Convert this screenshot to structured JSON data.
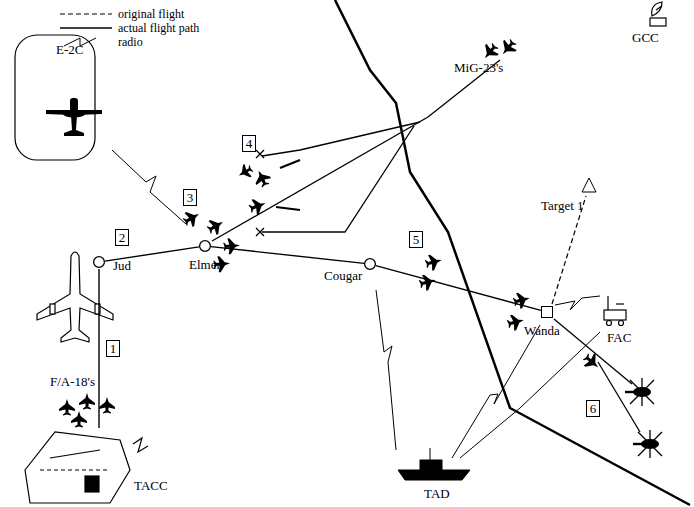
{
  "diagram": {
    "nodes": [
      {
        "text": [
          "1"
        ]
      },
      {
        "text": [
          "2"
        ]
      },
      {
        "text": [
          "3"
        ]
      },
      {
        "text": [
          "4"
        ]
      },
      {
        "text": [
          "5"
        ]
      },
      {
        "text": [
          "6"
        ]
      },
      {
        "text": [
          "Jud"
        ]
      },
      {
        "text": [
          "Elmer"
        ]
      },
      {
        "text": [
          "Cougar"
        ]
      },
      {
        "text": [
          "Wanda"
        ]
      }
    ],
    "edges": [
      {
        "from": 6,
        "to": 7,
        "arrow": "none"
      },
      {
        "from": 7,
        "to": 8,
        "arrow": "none"
      },
      {
        "from": 8,
        "to": 9,
        "arrow": "none"
      }
    ],
    "labels": [
      "E-2C",
      "GCC",
      "MiG-23's",
      "Target 1",
      "FAC",
      "F/A-18's",
      "TACC",
      "TAD"
    ],
    "legend": [
      {
        "text": "original flight"
      },
      {
        "text": "actual flight path"
      },
      {
        "text": "radio"
      }
    ]
  }
}
